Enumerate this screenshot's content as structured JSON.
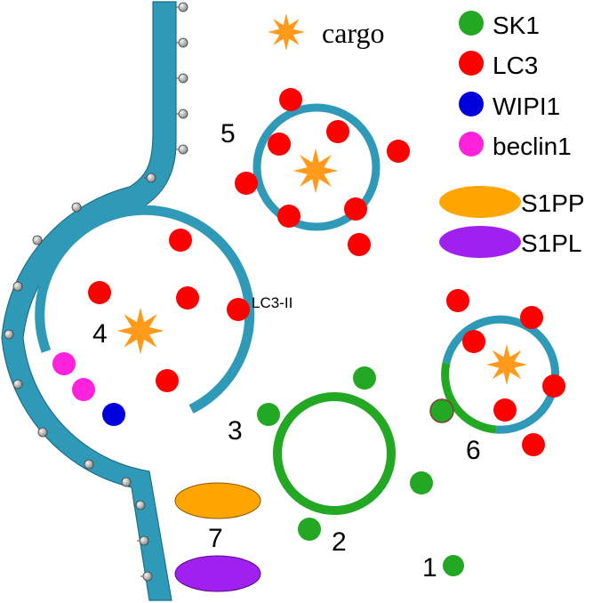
{
  "colors": {
    "membrane": "#2e9ab8",
    "membrane_dark": "#1e7f9c",
    "lc3": "#ff0000",
    "sk1": "#22a822",
    "wipi1": "#0000dd",
    "beclin1": "#ff22dd",
    "s1pp": "#ffa500",
    "s1pl": "#a020f0",
    "cargo": "#ff9a1a",
    "bead": "#999999"
  },
  "legend": {
    "cargo": "cargo",
    "sk1": "SK1",
    "lc3": "LC3",
    "wipi1": "WIPI1",
    "beclin1": "beclin1",
    "s1pp": "S1PP",
    "s1pl": "S1PL"
  },
  "labels": {
    "lc3_ii": "LC3-II",
    "n1": "1",
    "n2": "2",
    "n3": "3",
    "n4": "4",
    "n5": "5",
    "n6": "6",
    "n7": "7"
  }
}
